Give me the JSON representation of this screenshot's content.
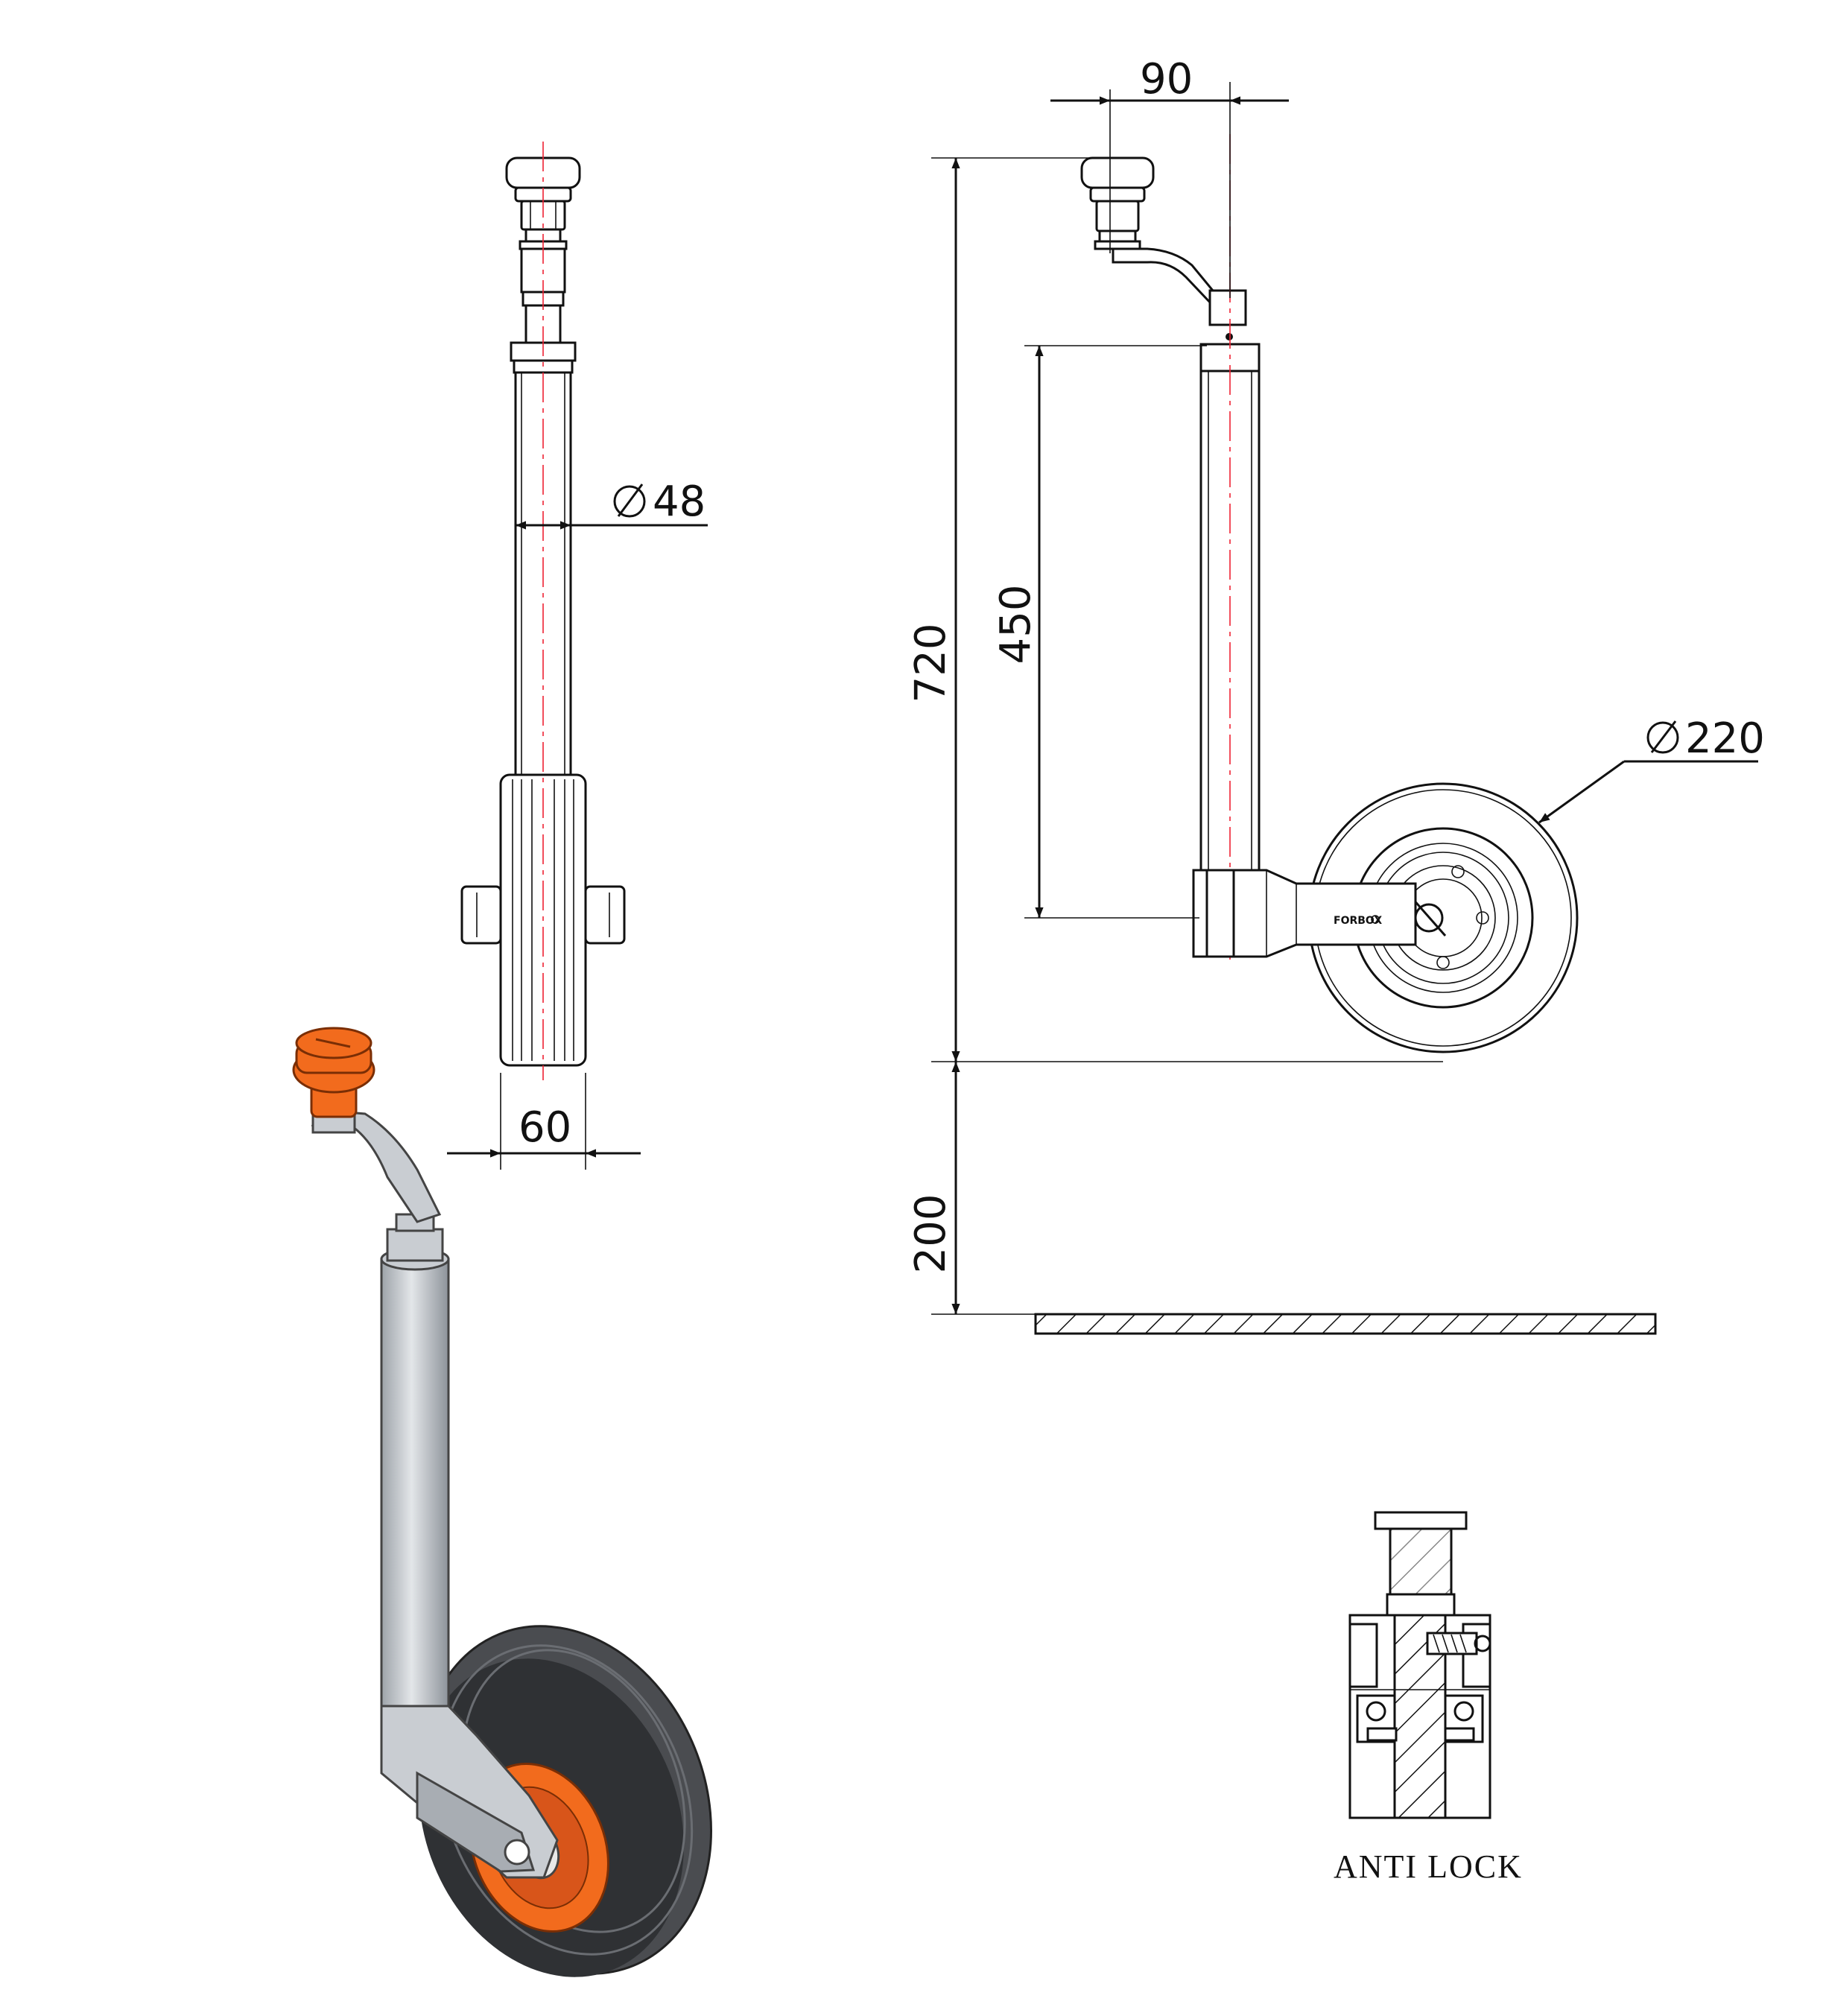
{
  "dimensions": {
    "tube_diameter": "48",
    "wheel_width": "60",
    "crank_offset": "90",
    "total_height": "720",
    "tube_length": "450",
    "wheel_diameter": "220",
    "ground_clearance": "200"
  },
  "caption": "ANTI LOCK",
  "colors": {
    "accent": "#f26b1d",
    "centerline": "#e23333"
  }
}
